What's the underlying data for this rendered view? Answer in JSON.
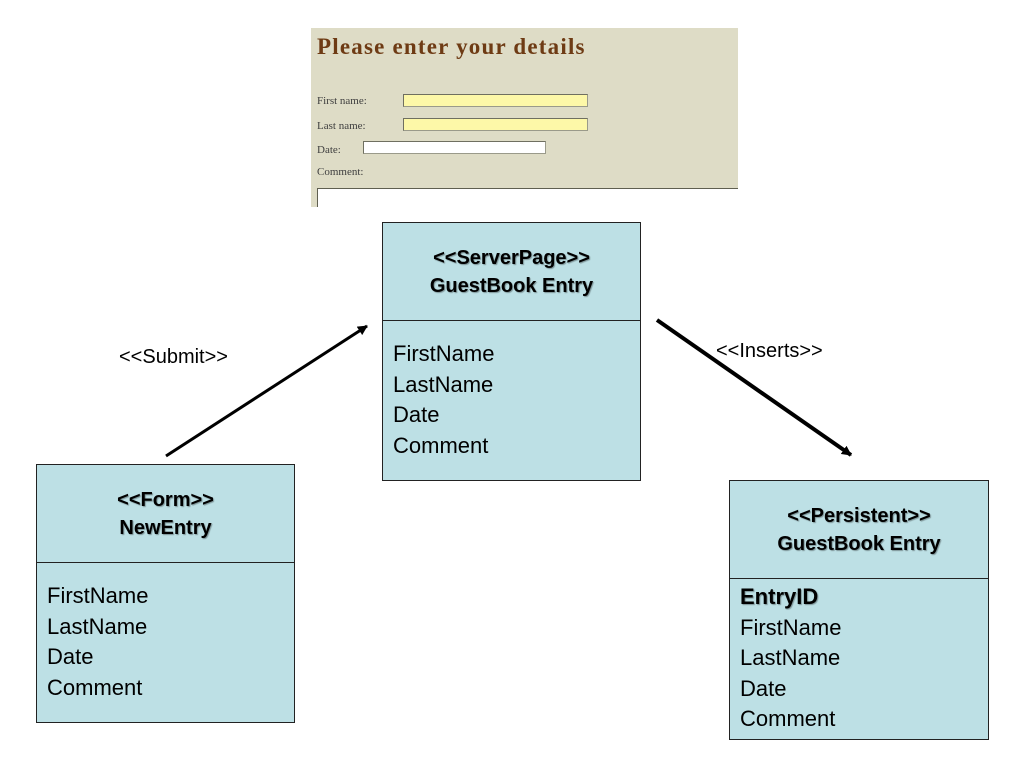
{
  "webform": {
    "title": "Please enter your details",
    "fields": [
      {
        "label": "First name:",
        "value": ""
      },
      {
        "label": "Last name:",
        "value": ""
      },
      {
        "label": "Date:",
        "value": ""
      },
      {
        "label": "Comment:",
        "value": ""
      }
    ],
    "colors": {
      "background": "#dedcc6",
      "title": "#6e3b14",
      "highlight": "#fdf8a8"
    }
  },
  "classes": {
    "form": {
      "stereotype": "<<Form>>",
      "name": "NewEntry",
      "attributes": [
        "FirstName",
        "LastName",
        "Date",
        "Comment"
      ]
    },
    "server_page": {
      "stereotype": "<<ServerPage>>",
      "name": "GuestBook Entry",
      "attributes": [
        "FirstName",
        "LastName",
        "Date",
        "Comment"
      ]
    },
    "persistent": {
      "stereotype": "<<Persistent>>",
      "name": "GuestBook Entry",
      "key_attribute": "EntryID",
      "attributes": [
        "FirstName",
        "LastName",
        "Date",
        "Comment"
      ]
    }
  },
  "relations": {
    "submit": "<<Submit>>",
    "inserts": "<<Inserts>>"
  },
  "colors": {
    "class_fill": "#bde0e5",
    "border": "#222222",
    "arrow": "#000000"
  }
}
